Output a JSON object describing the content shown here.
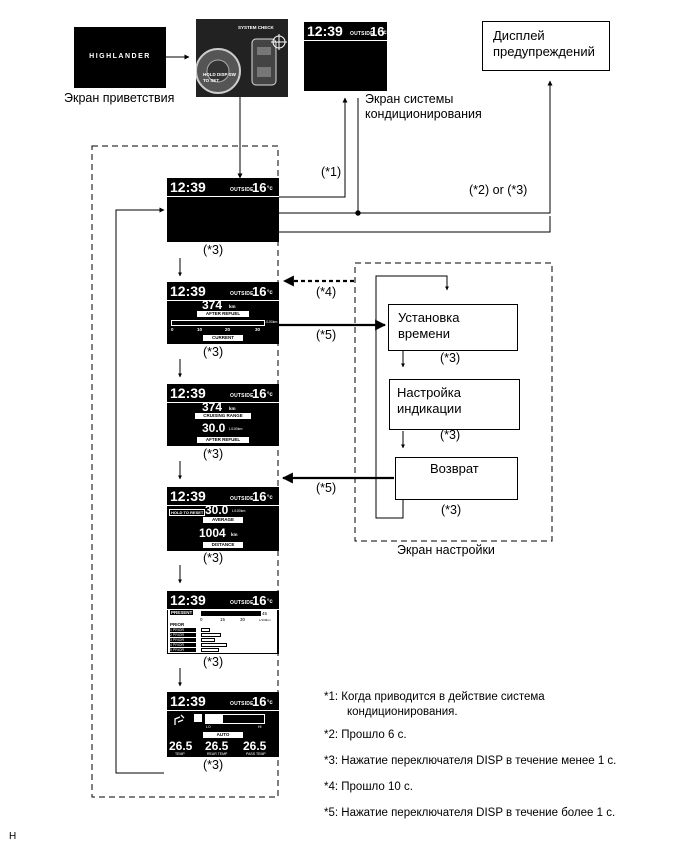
{
  "welcome_screen": {
    "brand": "HIGHLANDER",
    "caption": "Экран приветствия"
  },
  "system_check": {
    "title": "SYSTEM CHECK",
    "line1": "HOLD DISP SW",
    "line2": "TO SET"
  },
  "clock": {
    "time": "12:39",
    "outside_label": "OUTSIDE",
    "temp": "16",
    "unit": "°c"
  },
  "ac_screen_caption": "Экран системы кондиционирования",
  "warning_display": "Дисплей предупреждений",
  "condition_labels": {
    "c1": "(*1)",
    "c2c3": "(*2) or (*3)",
    "c3": "(*3)",
    "c4": "(*4)",
    "c5": "(*5)"
  },
  "screen2": {
    "range": "374",
    "range_unit": "km",
    "plate1": "AFTER REFUEL",
    "scale": [
      "0",
      "10",
      "20",
      "30"
    ],
    "scale_unit": "L/100km",
    "plate2": "CURRENT"
  },
  "screen3": {
    "range": "374",
    "range_unit": "km",
    "plate1": "CRUISING RANGE",
    "fuel": "30.0",
    "fuel_unit": "L/100km",
    "plate2": "AFTER REFUEL"
  },
  "screen4": {
    "reset": "HOLD TO RESET",
    "fuel": "30.0",
    "fuel_unit": "L/100km",
    "plate1": "AVERAGE",
    "dist": "1004",
    "dist_unit": "km",
    "plate2": "DISTANCE"
  },
  "screen5": {
    "present": "PRESENT",
    "prior": "PRIOR",
    "rows": [
      "1 PRIOR",
      "2 PRIOR",
      "3 PRIOR",
      "4 PRIOR",
      "5 PRIOR"
    ],
    "scale": [
      "0",
      "15",
      "30",
      "45"
    ],
    "unit": "L/100km"
  },
  "screen6": {
    "auto": "AUTO",
    "lo": "LO",
    "hi": "HI",
    "temps": [
      "26.5",
      "26.5",
      "26.5"
    ],
    "temp_labels": [
      "TEMP",
      "REAR TEMP",
      "PASS TEMP"
    ]
  },
  "settings": {
    "set_time": "Установка времени",
    "display_setting": "Настройка индикации",
    "back": "Возврат",
    "caption": "Экран настройки"
  },
  "notes": {
    "n1a": "*1: Когда приводится в действие система",
    "n1b": "кондиционирования.",
    "n2": "*2: Прошло 6 с.",
    "n3": "*3: Нажатие переключателя DISP в течение менее 1 с.",
    "n4": "*4: Прошло 10 с.",
    "n5": "*5: Нажатие переключателя DISP в течение более 1 с."
  },
  "corner_mark": "H"
}
